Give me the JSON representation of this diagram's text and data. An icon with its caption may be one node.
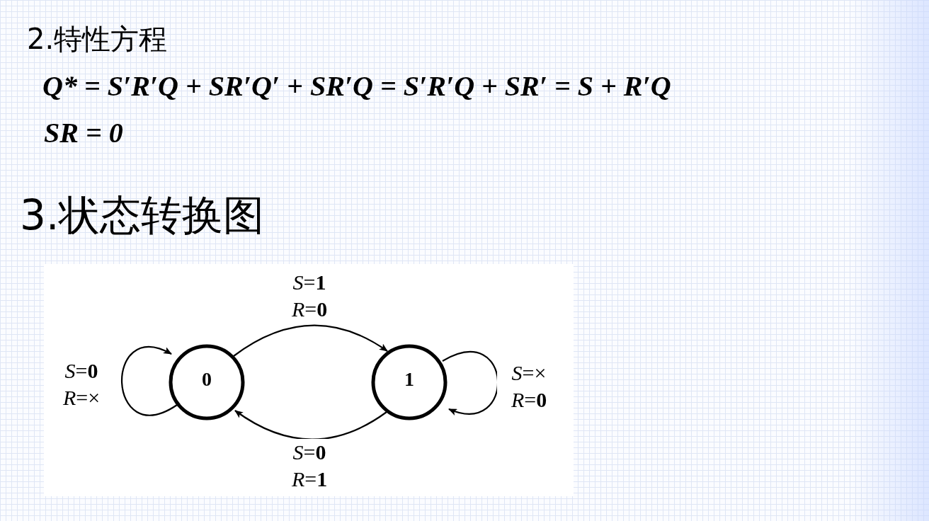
{
  "diagram": {
    "nodes": [
      {
        "text": [
          "0"
        ]
      },
      {
        "text": [
          "1"
        ]
      }
    ],
    "edges": [
      {
        "from": 0,
        "to": 0,
        "arrow": "to",
        "label": "*S*=**0** *R*=×"
      },
      {
        "from": 0,
        "to": 1,
        "arrow": "to",
        "label": "*S*=**1** *R*=**0**"
      },
      {
        "from": 1,
        "to": 1,
        "arrow": "to",
        "label": "*S*=× *R*=**0**"
      },
      {
        "from": 1,
        "to": 0,
        "arrow": "to",
        "label": "*S*=**0** *R*=**1**"
      }
    ],
    "labels": [
      "2.特性方程",
      "Q* = S′R′Q + SR′Q′ + SR′Q = S′R′Q + SR′ = S + R′Q",
      "SR = 0",
      "3.状态转换图"
    ]
  }
}
